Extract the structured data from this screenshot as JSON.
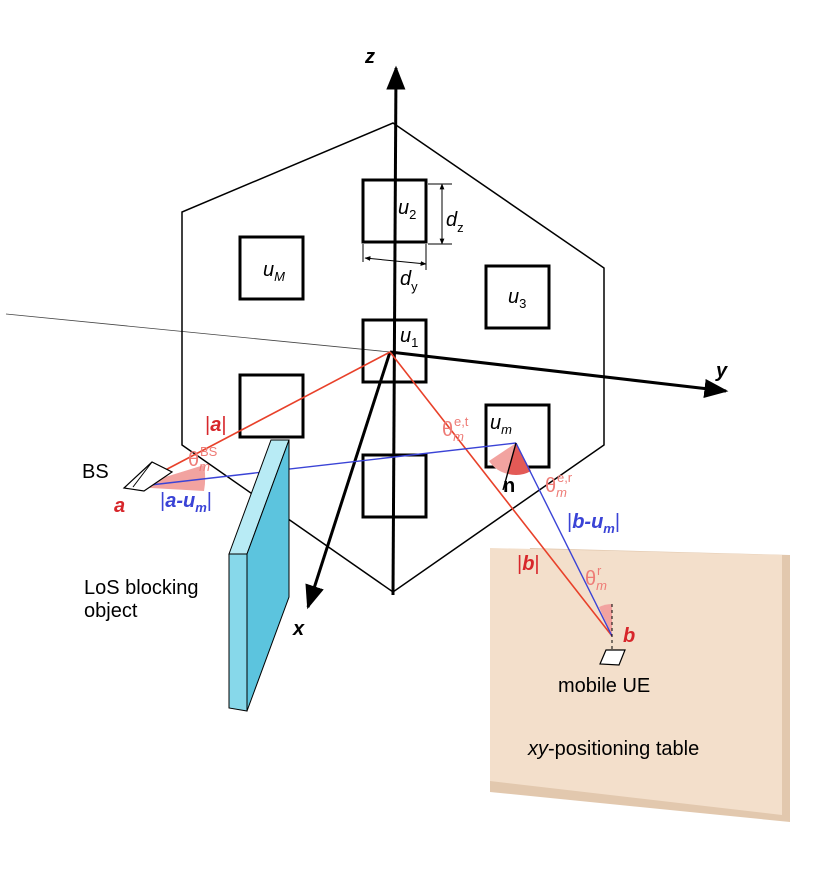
{
  "axes": {
    "x": "x",
    "y": "y",
    "z": "z"
  },
  "elements": {
    "u1": {
      "main": "u",
      "sub": "1"
    },
    "u2": {
      "main": "u",
      "sub": "2"
    },
    "u3": {
      "main": "u",
      "sub": "3"
    },
    "uM": {
      "main": "u",
      "sub": "M"
    },
    "um": {
      "main": "u",
      "sub": "m"
    }
  },
  "dims": {
    "dz": {
      "main": "d",
      "sub": "z"
    },
    "dy": {
      "main": "d",
      "sub": "y"
    }
  },
  "vectors": {
    "a_norm": {
      "l": "|",
      "v": "a",
      "r": "|"
    },
    "b_norm": {
      "l": "|",
      "v": "b",
      "r": "|"
    },
    "a_um": {
      "l": "|",
      "v": "a-u",
      "s": "m",
      "r": "|"
    },
    "b_um": {
      "l": "|",
      "v": "b-u",
      "s": "m",
      "r": "|"
    }
  },
  "angles": {
    "theta": "θ",
    "m": "m",
    "bs_sup": "BS",
    "et_sup": "e,t",
    "er_sup": "e,r",
    "r_sup": "r"
  },
  "points": {
    "a": "a",
    "b": "b",
    "n": "n"
  },
  "labels": {
    "bs": "BS",
    "blocker_line1": "LoS blocking",
    "blocker_line2": "object",
    "ue": "mobile UE",
    "table_italic": "xy",
    "table_rest": "-positioning table"
  },
  "colors": {
    "red": "#d7262b",
    "blue": "#3a43d6",
    "pink": "#ee7b76",
    "wedge": "#f2a3a0",
    "blocker": "#87d8ea",
    "table": "#f3dfcb"
  }
}
